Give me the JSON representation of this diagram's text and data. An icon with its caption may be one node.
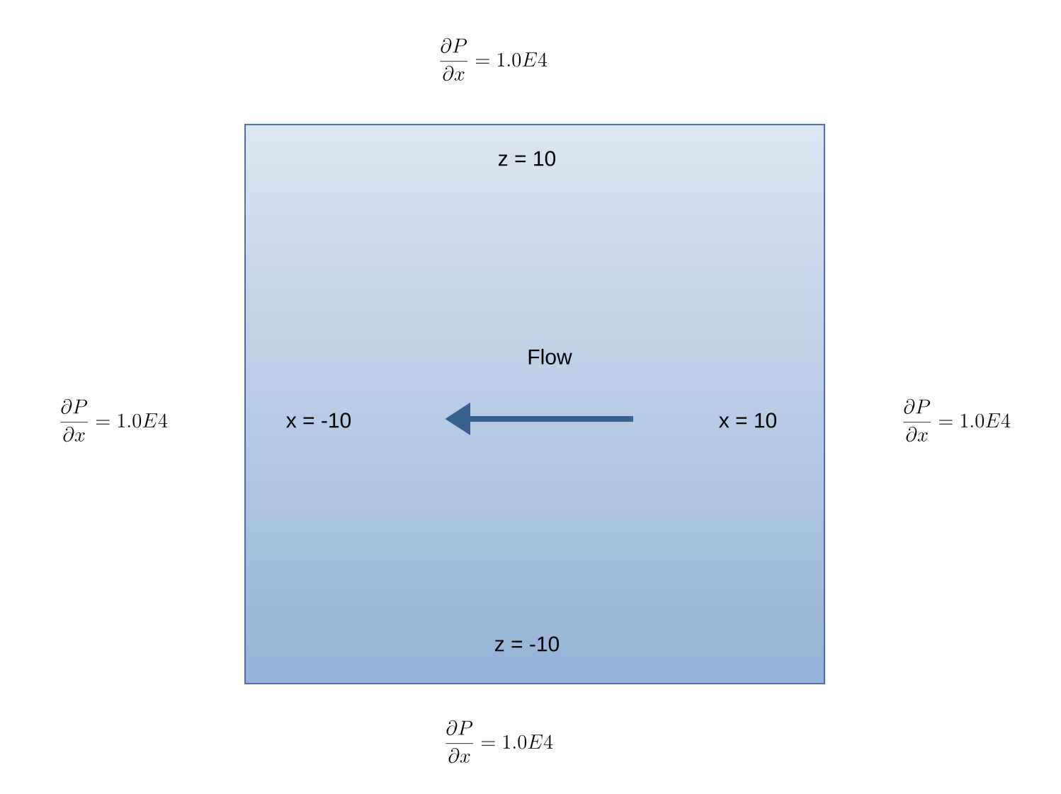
{
  "diagram": {
    "nodes": [
      {
        "text": [
          "z = 10",
          "x = -10",
          "Flow",
          "x = 10",
          "z = -10"
        ]
      }
    ],
    "labels": [
      "\\frac{\\partial P}{\\partial x} = 1.0E4",
      "\\frac{\\partial P}{\\partial x} = 1.0E4",
      "\\frac{\\partial P}{\\partial x} = 1.0E4",
      "\\frac{\\partial P}{\\partial x} = 1.0E4"
    ]
  }
}
